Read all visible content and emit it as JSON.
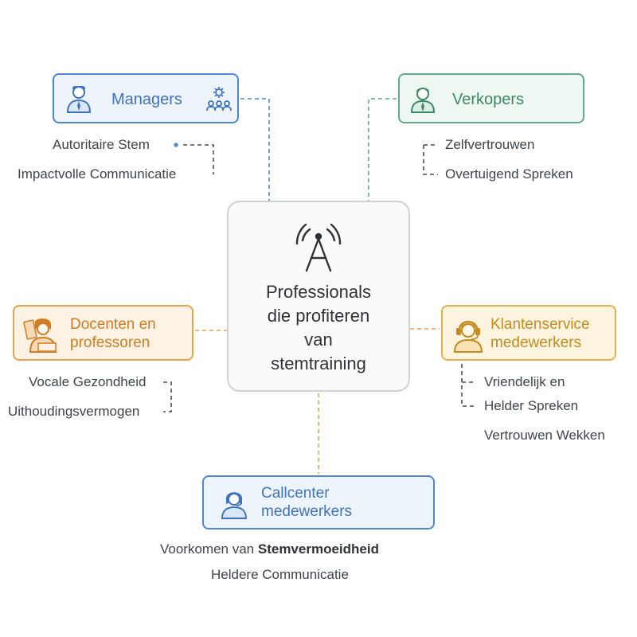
{
  "center": {
    "title_lines": [
      "Professionals",
      "die profiteren",
      "van",
      "stemtraining"
    ],
    "icon": "microphone-broadcast-icon"
  },
  "groups": {
    "managers": {
      "label": "Managers",
      "icons": [
        "manager-person-icon",
        "team-gear-icon"
      ],
      "color": "#4f86d4",
      "items": [
        "Autoritaire Stem",
        "Impactvolle Communicatie"
      ]
    },
    "verkopers": {
      "label": "Verkopers",
      "icons": [
        "salesperson-icon"
      ],
      "color": "#63a98a",
      "items": [
        "Zelfvertrouwen",
        "Overtuigend Spreken"
      ]
    },
    "docenten": {
      "label_lines": [
        "Docenten en",
        "professoren"
      ],
      "icons": [
        "teacher-icon"
      ],
      "color": "#e7a34d",
      "items": [
        "Vocale Gezondheid",
        "Uithoudingsvermogen"
      ]
    },
    "klantenservice": {
      "label_lines": [
        "Klantenservice",
        "medewerkers"
      ],
      "icons": [
        "headset-agent-icon"
      ],
      "color": "#e3b24f",
      "items": [
        "Vriendelijk en",
        "Helder Spreken",
        "Vertrouwen Wekken"
      ]
    },
    "callcenter": {
      "label_lines": [
        "Callcenter",
        "medewerkers"
      ],
      "icons": [
        "call-agent-icon"
      ],
      "color": "#4f86d4",
      "items_prefix": "Voorkomen van ",
      "items_bold": "Stemvermoeidheid",
      "items": [
        "Heldere Communicatie"
      ]
    }
  }
}
